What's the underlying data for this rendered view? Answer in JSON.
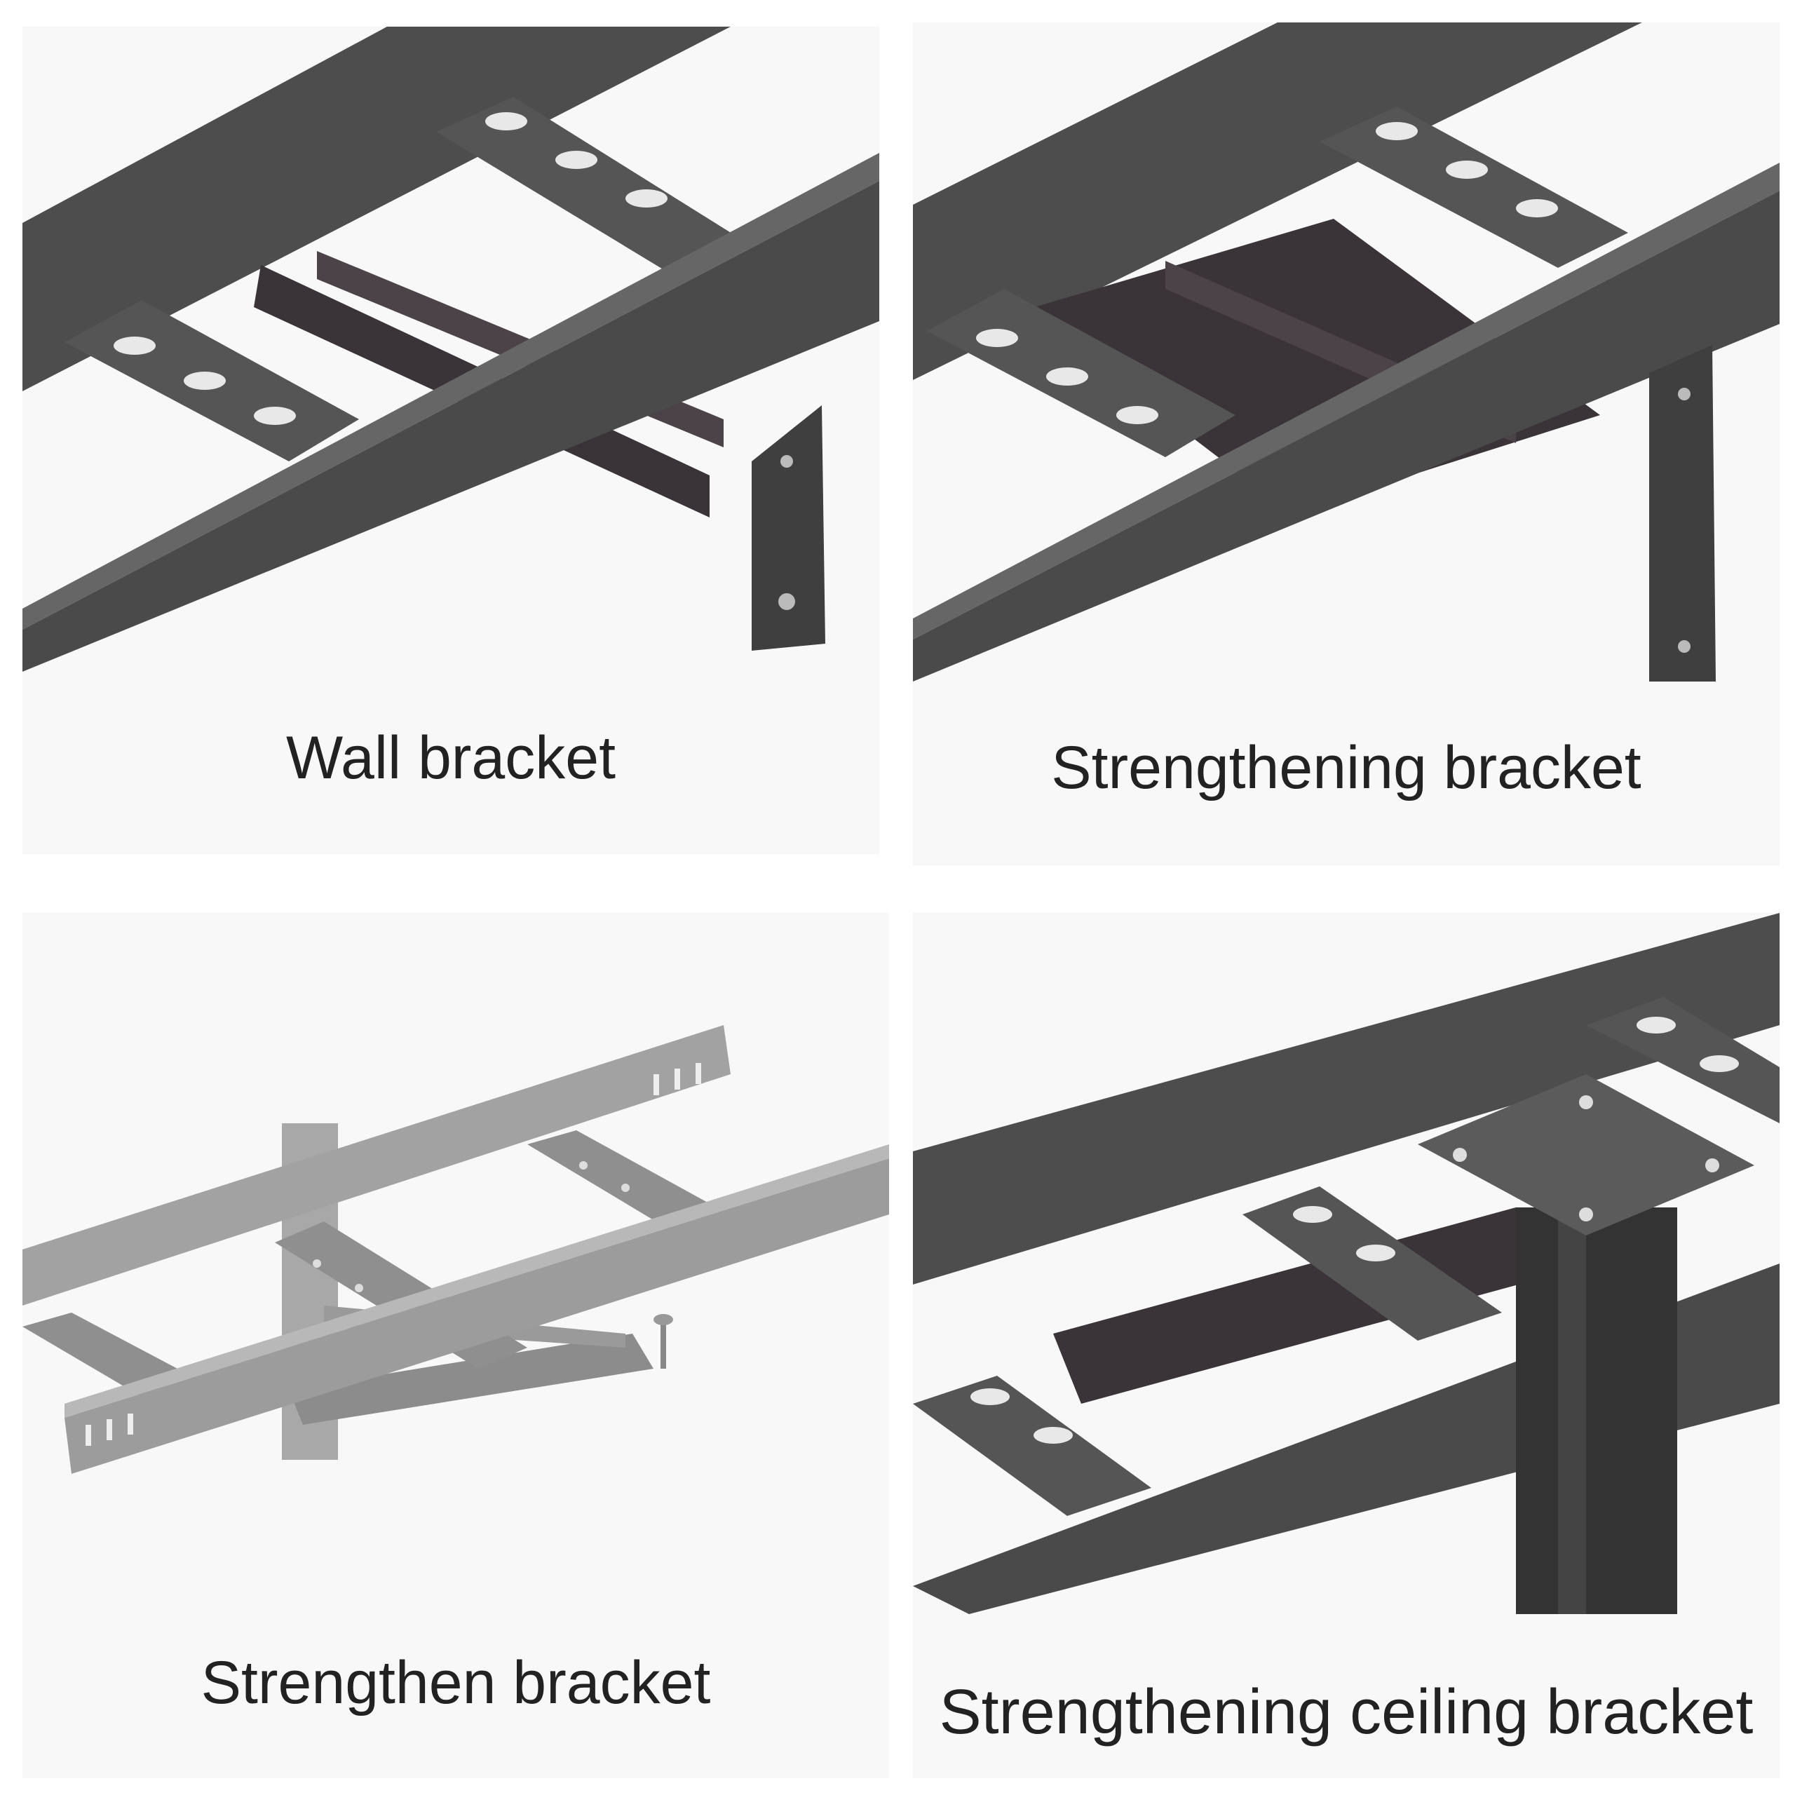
{
  "colors": {
    "card_background": "#f8f8f8",
    "steel_dark": "#4a4a4a",
    "steel_mid": "#5b5b5b",
    "steel_shadow": "#3a3438",
    "steel_light": "#9a9a9a",
    "caption_text": "#222222"
  },
  "products": [
    {
      "caption": "Wall bracket",
      "image": "wall-bracket-illustration"
    },
    {
      "caption": "Strengthening bracket",
      "image": "strengthening-bracket-illustration"
    },
    {
      "caption": "Strengthen bracket",
      "image": "strengthen-bracket-illustration"
    },
    {
      "caption": "Strengthening ceiling bracket",
      "image": "strengthening-ceiling-bracket-illustration"
    }
  ]
}
